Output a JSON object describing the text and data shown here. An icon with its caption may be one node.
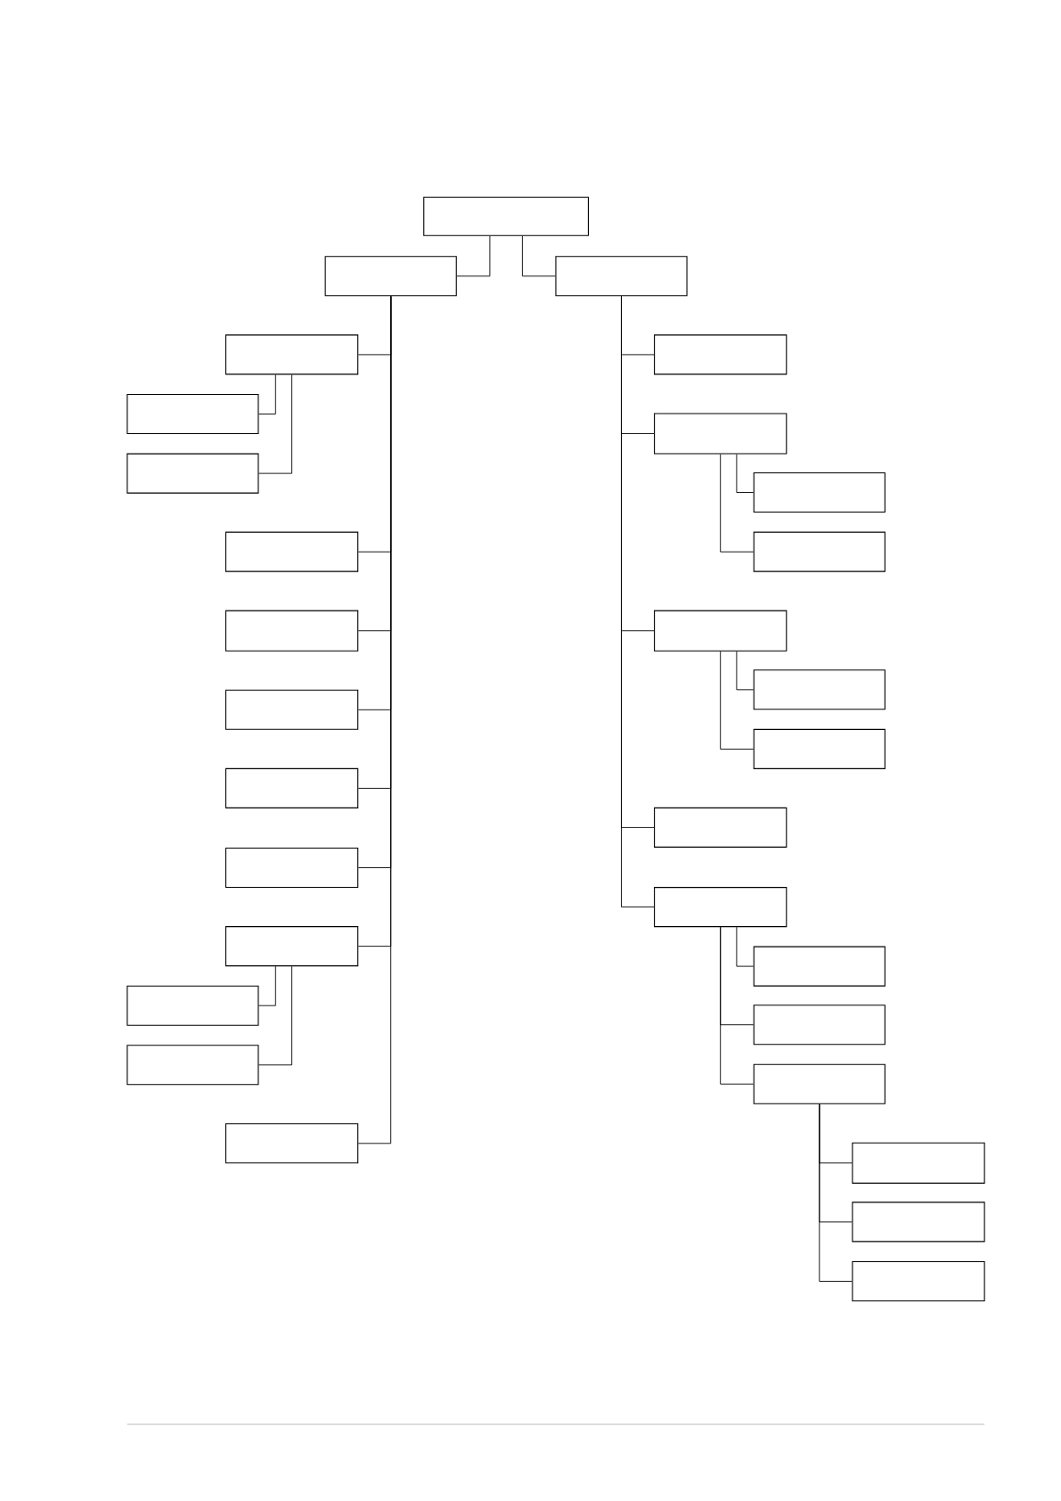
{
  "diagram": {
    "nodes": [
      {
        "text": [],
        "shape": "box"
      },
      {
        "text": [],
        "shape": "box"
      },
      {
        "text": [],
        "shape": "box"
      },
      {
        "text": [],
        "shape": "box"
      },
      {
        "text": [],
        "shape": "box"
      },
      {
        "text": [],
        "shape": "box"
      },
      {
        "text": [],
        "shape": "box"
      },
      {
        "text": [],
        "shape": "box"
      },
      {
        "text": [],
        "shape": "box"
      },
      {
        "text": [],
        "shape": "box"
      },
      {
        "text": [],
        "shape": "box"
      },
      {
        "text": [],
        "shape": "box"
      },
      {
        "text": [],
        "shape": "box"
      },
      {
        "text": [],
        "shape": "box"
      },
      {
        "text": [],
        "shape": "box"
      },
      {
        "text": [],
        "shape": "box"
      },
      {
        "text": [],
        "shape": "box"
      },
      {
        "text": [],
        "shape": "box"
      },
      {
        "text": [],
        "shape": "box"
      },
      {
        "text": [],
        "shape": "box"
      },
      {
        "text": [],
        "shape": "box"
      },
      {
        "text": [],
        "shape": "box"
      },
      {
        "text": [],
        "shape": "box"
      },
      {
        "text": [],
        "shape": "box"
      },
      {
        "text": [],
        "shape": "box"
      },
      {
        "text": [],
        "shape": "box"
      },
      {
        "text": [],
        "shape": "box"
      },
      {
        "text": [],
        "shape": "box"
      },
      {
        "text": [],
        "shape": "box"
      },
      {
        "text": [],
        "shape": "box"
      }
    ],
    "edges": [
      {
        "from": 0,
        "to": 1,
        "arrow": "none"
      },
      {
        "from": 0,
        "to": 2,
        "arrow": "none"
      },
      {
        "from": 1,
        "to": 3,
        "arrow": "none"
      },
      {
        "from": 3,
        "to": 4,
        "arrow": "none"
      },
      {
        "from": 3,
        "to": 5,
        "arrow": "none"
      },
      {
        "from": 1,
        "to": 6,
        "arrow": "none"
      },
      {
        "from": 1,
        "to": 7,
        "arrow": "none"
      },
      {
        "from": 1,
        "to": 8,
        "arrow": "none"
      },
      {
        "from": 1,
        "to": 9,
        "arrow": "none"
      },
      {
        "from": 1,
        "to": 10,
        "arrow": "none"
      },
      {
        "from": 1,
        "to": 11,
        "arrow": "none"
      },
      {
        "from": 11,
        "to": 12,
        "arrow": "none"
      },
      {
        "from": 11,
        "to": 13,
        "arrow": "none"
      },
      {
        "from": 1,
        "to": 14,
        "arrow": "none"
      },
      {
        "from": 2,
        "to": 15,
        "arrow": "none"
      },
      {
        "from": 2,
        "to": 16,
        "arrow": "none"
      },
      {
        "from": 16,
        "to": 17,
        "arrow": "none"
      },
      {
        "from": 16,
        "to": 18,
        "arrow": "none"
      },
      {
        "from": 2,
        "to": 19,
        "arrow": "none"
      },
      {
        "from": 19,
        "to": 20,
        "arrow": "none"
      },
      {
        "from": 19,
        "to": 21,
        "arrow": "none"
      },
      {
        "from": 2,
        "to": 22,
        "arrow": "none"
      },
      {
        "from": 2,
        "to": 23,
        "arrow": "none"
      },
      {
        "from": 23,
        "to": 24,
        "arrow": "none"
      },
      {
        "from": 23,
        "to": 25,
        "arrow": "none"
      },
      {
        "from": 23,
        "to": 26,
        "arrow": "none"
      },
      {
        "from": 26,
        "to": 27,
        "arrow": "none"
      },
      {
        "from": 26,
        "to": 28,
        "arrow": "none"
      },
      {
        "from": 26,
        "to": 29,
        "arrow": "none"
      }
    ]
  }
}
